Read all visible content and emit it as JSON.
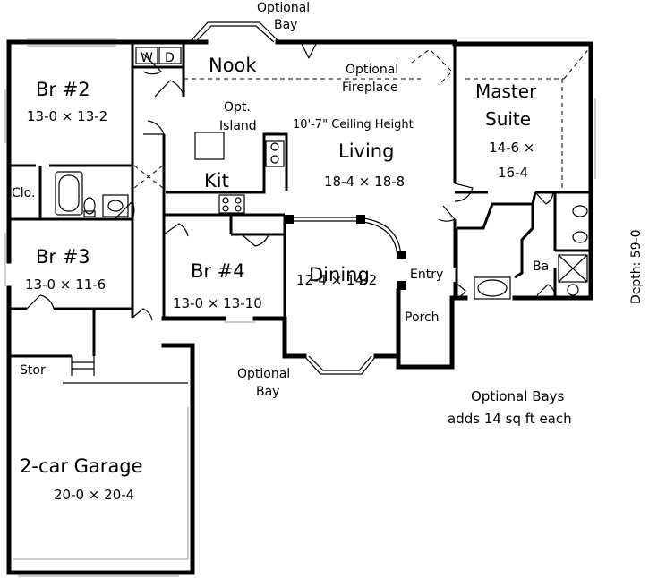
{
  "rooms": {
    "br2": {
      "name": "Br #2",
      "dims": "13-0 × 13-2"
    },
    "br3": {
      "name": "Br #3",
      "dims": "13-0 × 11-6"
    },
    "br4": {
      "name": "Br #4",
      "dims": "13-0 × 13-10"
    },
    "nook": {
      "name": "Nook"
    },
    "kit": {
      "name": "Kit"
    },
    "island": {
      "line1": "Opt.",
      "line2": "Island"
    },
    "living": {
      "name": "Living",
      "dims": "18-4 × 18-8",
      "ceiling": "10'-7\" Ceiling Height"
    },
    "master": {
      "line1": "Master",
      "line2": "Suite",
      "dims1": "14-6 ×",
      "dims2": "16-4"
    },
    "dining": {
      "name": "Dining",
      "dims": "12-4 × 14-2"
    },
    "garage": {
      "name": "2-car Garage",
      "dims": "20-0 × 20-4"
    },
    "clo": {
      "name": "Clo."
    },
    "stor": {
      "name": "Stor"
    },
    "entry": {
      "name": "Entry"
    },
    "porch": {
      "name": "Porch"
    },
    "ba": {
      "name": "Ba"
    },
    "washer": {
      "name": "W"
    },
    "dryer": {
      "name": "D"
    }
  },
  "notes": {
    "top_bay": {
      "line1": "Optional",
      "line2": "Bay"
    },
    "bottom_bay": {
      "line1": "Optional",
      "line2": "Bay"
    },
    "fireplace": {
      "line1": "Optional",
      "line2": "Fireplace"
    },
    "bays_note": {
      "line1": "Optional Bays",
      "line2": "adds 14 sq ft each"
    },
    "depth": "Depth: 59-0"
  }
}
